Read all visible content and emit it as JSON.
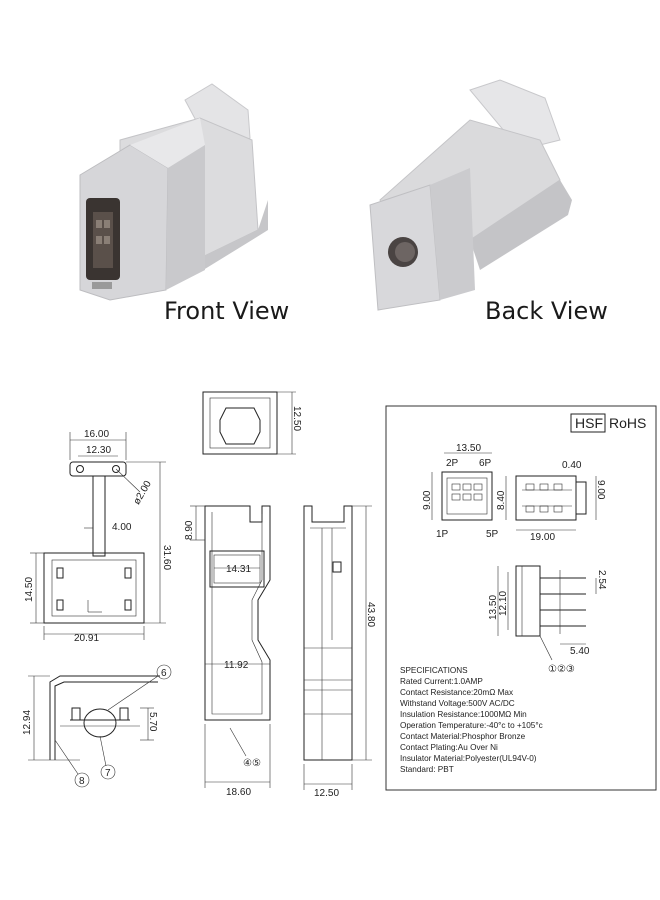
{
  "photos": {
    "front_label": "Front View",
    "back_label": "Back View",
    "body_color": "#d9d9db",
    "shadow_color": "#b8b8bb",
    "cavity_color": "#3a3431"
  },
  "badge": {
    "hsf": "HSF",
    "rohs": "RoHS"
  },
  "dimensions": {
    "top_width": "16.00",
    "flange_width": "12.30",
    "hole_dia": "ø2.00",
    "neck_width": "4.00",
    "total_height": "31.60",
    "body_height": "14.50",
    "body_width": "20.91",
    "end_view_height": "12.50",
    "notch_height": "8.90",
    "window_width": "14.31",
    "waist_width": "11.92",
    "shell_width": "18.60",
    "shell_height": "43.80",
    "side_width": "12.50",
    "clamp_height": "12.94",
    "clamp_inner": "5.70",
    "part_6": "6",
    "part_7": "7",
    "part_8": "8",
    "part_45": "④⑤"
  },
  "small_drawing": {
    "width": "13.50",
    "pin_2p": "2P",
    "pin_6p": "6P",
    "pin_1p": "1P",
    "pin_5p": "5P",
    "height_left": "9.00",
    "height_mid": "8.40",
    "lead": "0.40",
    "height_right": "9.00",
    "length": "19.00",
    "h1": "13.50",
    "h2": "12.10",
    "pitch": "2.54",
    "tail": "5.40",
    "parts_123": "①②③"
  },
  "specifications": {
    "title": "SPECIFICATIONS",
    "lines": [
      "Rated  Current:1.0AMP",
      "Contact  Resistance:20mΩ  Max",
      "Withstand  Voltage:500V  AC/DC",
      "Insulation  Resistance:1000MΩ  Min",
      "Operation  Temperature:-40°c  to  +105°c",
      "Contact  Material:Phosphor  Bronze",
      "Contact  Plating:Au  Over  Ni",
      "Insulator  Material:Polyester(UL94V-0)",
      "Standard:            PBT"
    ]
  }
}
